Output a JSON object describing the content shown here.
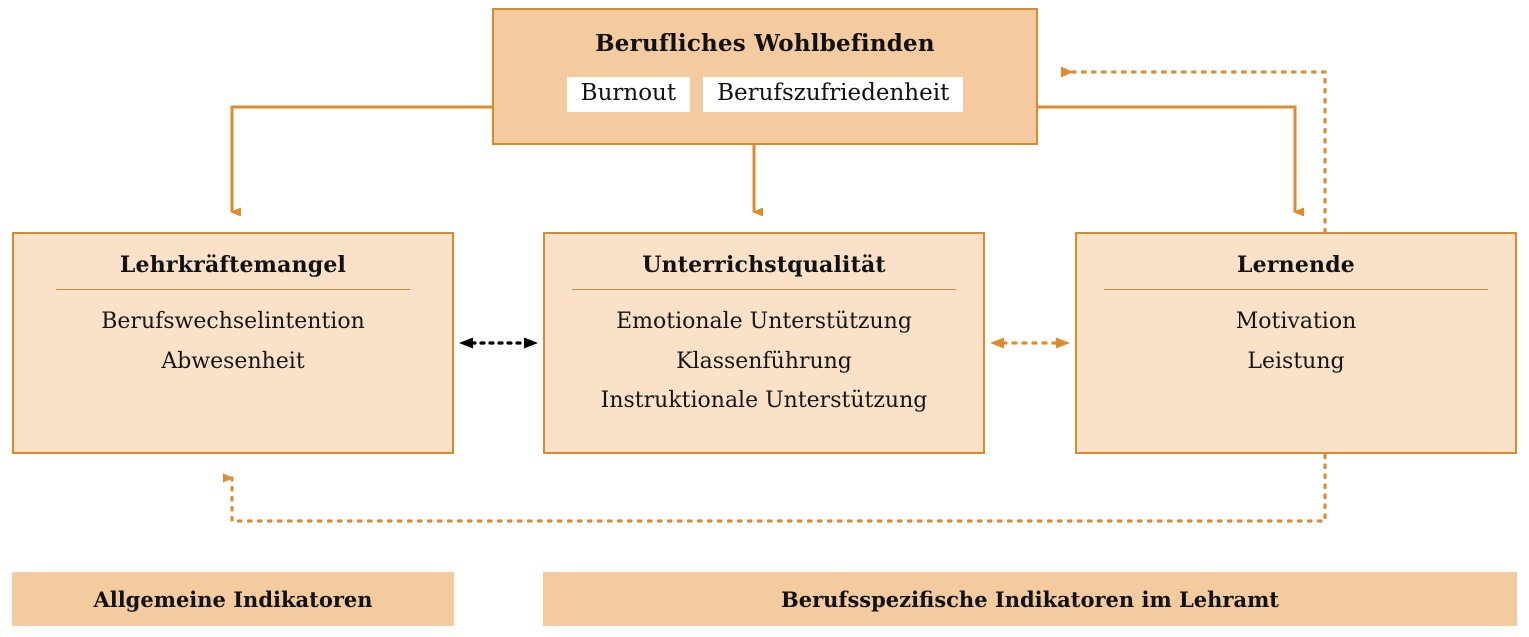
{
  "diagram": {
    "title_box": {
      "heading": "Berufliches Wohlbefinden",
      "chips": [
        "Burnout",
        "Berufszufriedenheit"
      ]
    },
    "boxes": [
      {
        "key": "lehrkraeftemangel",
        "heading": "Lehrkräftemangel",
        "items": [
          "Berufswechselintention",
          "Abwesenheit"
        ]
      },
      {
        "key": "unterrichtsqualitaet",
        "heading": "Unterrichstqualität",
        "items": [
          "Emotionale Unterstützung",
          "Klassenführung",
          "Instruktionale Unterstützung"
        ]
      },
      {
        "key": "lernende",
        "heading": "Lernende",
        "items": [
          "Motivation",
          "Leistung"
        ]
      }
    ],
    "footers": [
      {
        "key": "general",
        "label": "Allgemeine Indikatoren"
      },
      {
        "key": "specific",
        "label": "Berufsspezifische Indikatoren im Lehramt"
      }
    ],
    "connectors": [
      {
        "key": "wohlbefinden-to-lehrkraeftemangel",
        "style": "solid",
        "color": "#E08B2E",
        "heads": "single-down"
      },
      {
        "key": "wohlbefinden-to-unterrichtsqualitaet",
        "style": "solid",
        "color": "#E08B2E",
        "heads": "single-down"
      },
      {
        "key": "wohlbefinden-to-lernende",
        "style": "solid",
        "color": "#E08B2E",
        "heads": "single-down"
      },
      {
        "key": "lehrkraeftemangel-unterrichtsqualitaet",
        "style": "dotted",
        "color": "#000000",
        "heads": "double-horizontal"
      },
      {
        "key": "unterrichtsqualitaet-lernende",
        "style": "dotted",
        "color": "#E08B2E",
        "heads": "double-horizontal"
      },
      {
        "key": "lernende-to-wohlbefinden-feedback",
        "style": "dotted",
        "color": "#E08B2E",
        "heads": "single-left"
      },
      {
        "key": "lernende-to-lehrkraeftemangel-feedback",
        "style": "dotted",
        "color": "#E08B2E",
        "heads": "single-up"
      }
    ],
    "colors": {
      "accent": "#E08B2E",
      "border": "#DB8A2B",
      "box_fill_light": "#FAE1C8",
      "box_fill_dark": "#F3CB9E",
      "rule": "#D9883A",
      "text": "#111111",
      "black_connector": "#000000",
      "chip_fill": "#FFFFFF"
    }
  }
}
